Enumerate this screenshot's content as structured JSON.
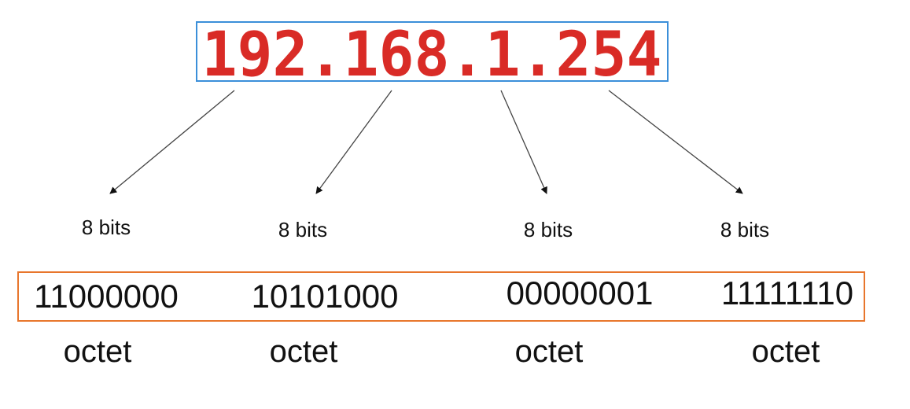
{
  "ip_address": "192.168.1.254",
  "octets": [
    {
      "bits_label": "8 bits",
      "binary": "11000000",
      "label": "octet"
    },
    {
      "bits_label": "8 bits",
      "binary": "10101000",
      "label": "octet"
    },
    {
      "bits_label": "8 bits",
      "binary": "00000001",
      "label": "octet"
    },
    {
      "bits_label": "8 bits",
      "binary": "11111110",
      "label": "octet"
    }
  ],
  "colors": {
    "ip_text": "#d92b26",
    "ip_box_border": "#3b8fd9",
    "binary_box_border": "#e8762c",
    "arrow": "#444444",
    "text": "#111111"
  }
}
